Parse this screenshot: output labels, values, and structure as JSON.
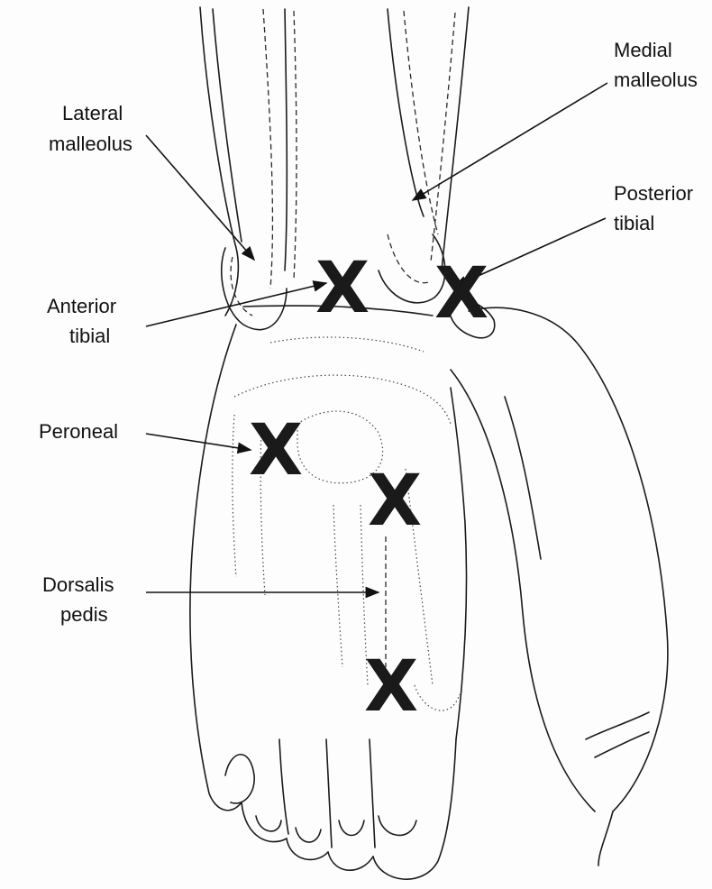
{
  "labels": {
    "lateral_malleolus": [
      "Lateral",
      "malleolus"
    ],
    "medial_malleolus": [
      "Medial",
      "malleolus"
    ],
    "posterior_tibial": [
      "Posterior",
      "tibial"
    ],
    "anterior_tibial": [
      "Anterior",
      "tibial"
    ],
    "peroneal": [
      "Peroneal"
    ],
    "dorsalis_pedis": [
      "Dorsalis",
      "pedis"
    ]
  },
  "mark_glyph": "X"
}
